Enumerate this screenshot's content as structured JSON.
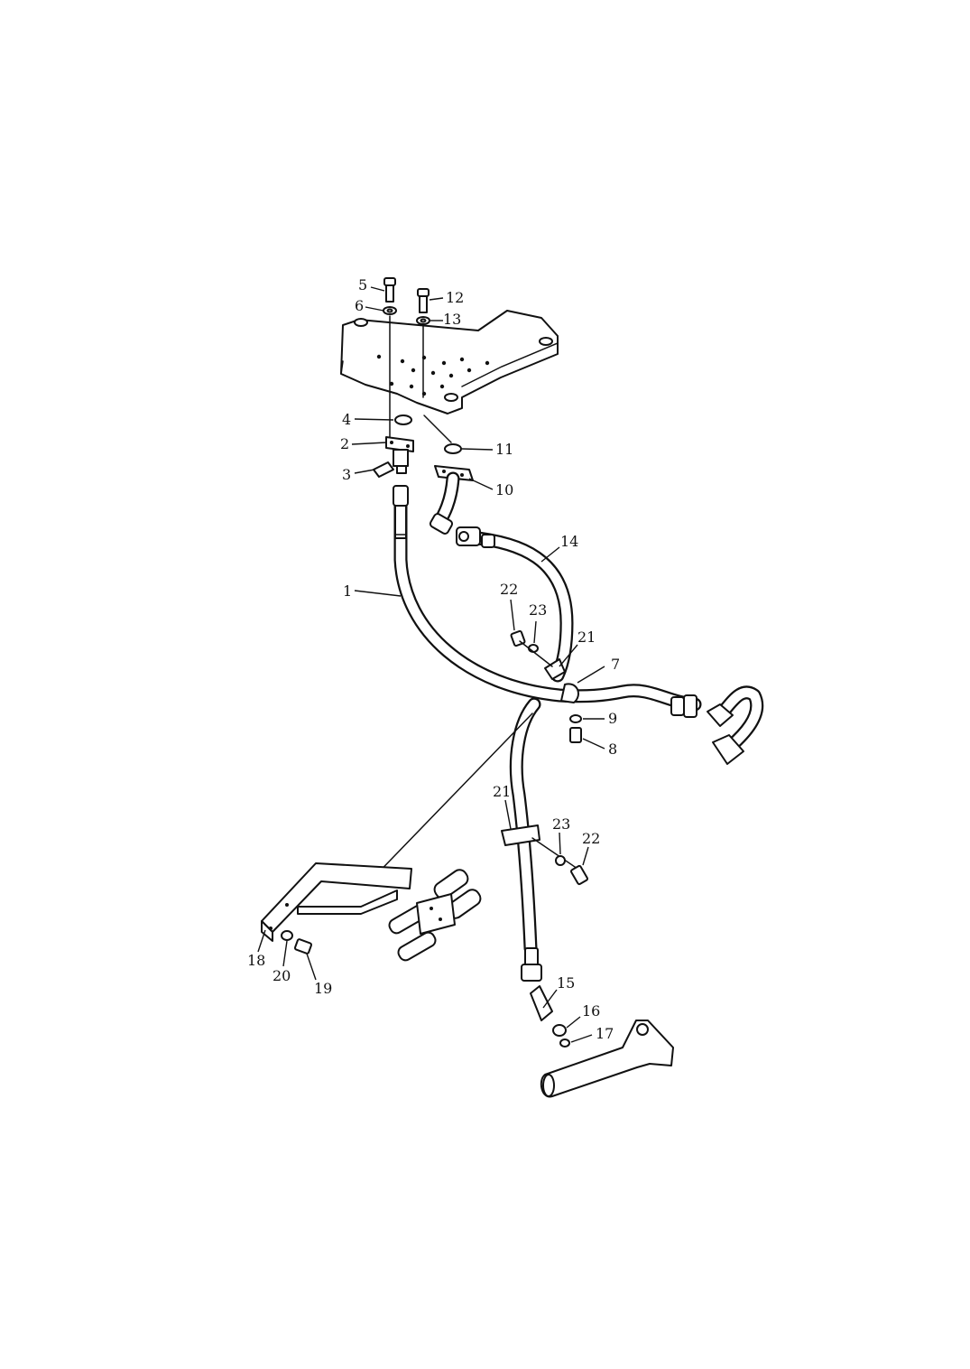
{
  "labels": [
    "1",
    "2",
    "3",
    "4",
    "5",
    "6",
    "7",
    "8",
    "9",
    "10",
    "11",
    "12",
    "13",
    "14",
    "15",
    "16",
    "17",
    "18",
    "19",
    "20",
    "21",
    "21",
    "22",
    "22",
    "23",
    "23"
  ]
}
